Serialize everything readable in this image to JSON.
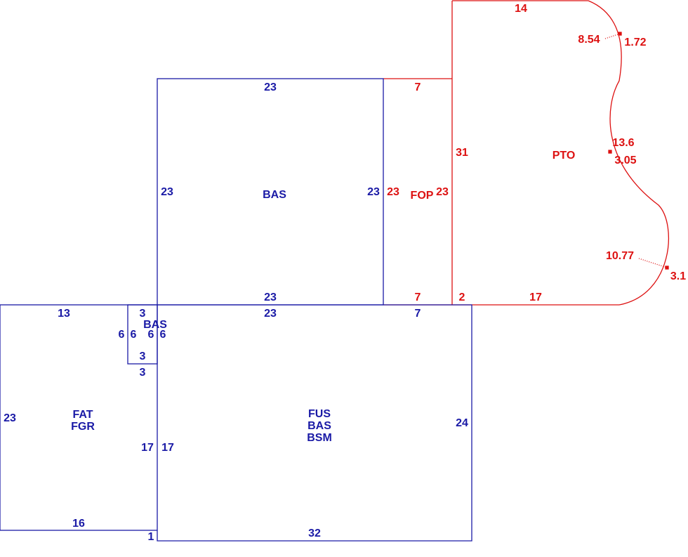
{
  "colors": {
    "structure": "#1a1aa6",
    "addition": "#dd1111"
  },
  "areas": {
    "bas_upper": {
      "label": "BAS"
    },
    "fop": {
      "label": "FOP"
    },
    "pto": {
      "label": "PTO"
    },
    "bas_small": {
      "label": "BAS"
    },
    "fat_fgr": {
      "line1": "FAT",
      "line2": "FGR"
    },
    "fus_bas_bsm": {
      "line1": "FUS",
      "line2": "BAS",
      "line3": "BSM"
    }
  },
  "dimensions": {
    "bas_upper_top": "23",
    "bas_upper_left": "23",
    "bas_upper_right": "23",
    "bas_upper_bottom": "23",
    "fop_top": "7",
    "fop_left": "23",
    "fop_right": "23",
    "fop_bottom": "7",
    "pto_top": "14",
    "pto_left": "31",
    "pto_bottom_short": "2",
    "pto_bottom": "17",
    "pto_arc1_a": "8.54",
    "pto_arc1_b": "1.72",
    "pto_arc2_a": "13.6",
    "pto_arc2_b": "3.05",
    "pto_arc3_a": "10.77",
    "pto_arc3_b": "3.1",
    "fat_top": "13",
    "fat_left": "23",
    "fat_bottom": "16",
    "fat_right": "17",
    "bas_small_top": "3",
    "bas_small_left_outer": "6",
    "bas_small_left_inner": "6",
    "bas_small_right_inner": "6",
    "bas_small_right_outer": "6",
    "bas_small_bottom": "3",
    "bas_small_below": "3",
    "fus_top": "23",
    "fus_top_right": "7",
    "fus_right": "24",
    "fus_left": "17",
    "fus_bottom": "32",
    "fus_step": "1"
  }
}
